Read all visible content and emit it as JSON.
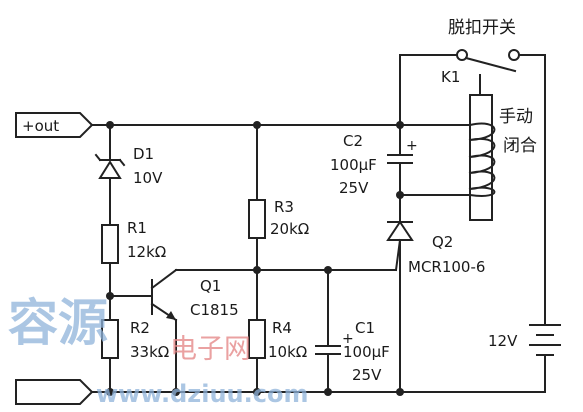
{
  "labels": {
    "switch_title": "脱扣开关",
    "k1": "K1",
    "manual_close_1": "手动",
    "manual_close_2": "闭合",
    "out_port": "+out",
    "d1_name": "D1",
    "d1_value": "10V",
    "r1_name": "R1",
    "r1_value": "12kΩ",
    "r3_name": "R3",
    "r3_value": "20kΩ",
    "c2_name": "C2",
    "c2_value": "100μF",
    "c2_voltage": "25V",
    "q2_name": "Q2",
    "q2_part": "MCR100-6",
    "q1_name": "Q1",
    "q1_part": "C1815",
    "r2_name": "R2",
    "r2_value": "33kΩ",
    "r4_name": "R4",
    "r4_value": "10kΩ",
    "c1_name": "C1",
    "c1_value": "100μF",
    "c1_voltage": "25V",
    "battery": "12V",
    "plus": "+",
    "plus2": "+"
  },
  "watermark": {
    "brand": "容源",
    "sub": "电子网",
    "url": "www.dziuu.com"
  }
}
